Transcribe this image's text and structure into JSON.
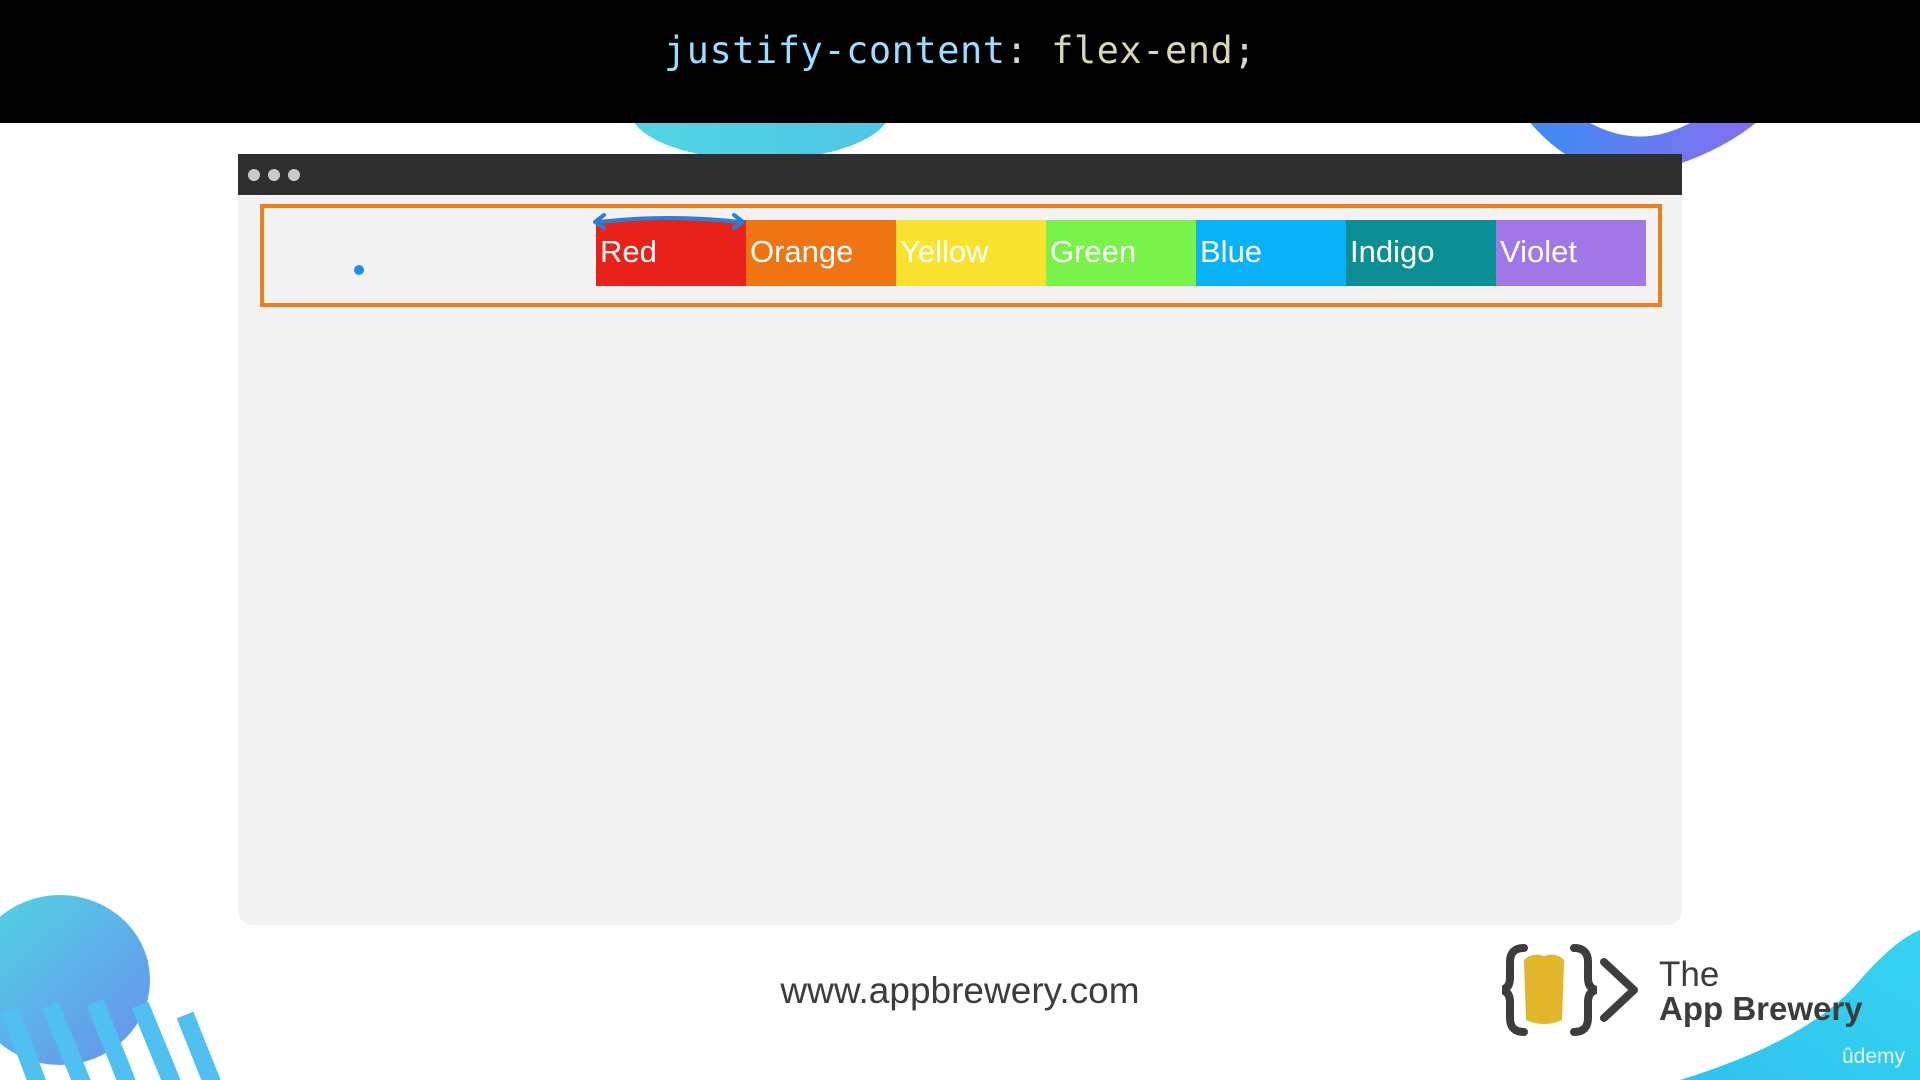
{
  "code": {
    "property": "justify-content",
    "colon": ":",
    "value": "flex-end",
    "semicolon": ";"
  },
  "flex_items": [
    {
      "label": "Red",
      "color": "#e8211a"
    },
    {
      "label": "Orange",
      "color": "#f07412"
    },
    {
      "label": "Yellow",
      "color": "#f9e32e"
    },
    {
      "label": "Green",
      "color": "#7af24c"
    },
    {
      "label": "Blue",
      "color": "#09b1f7"
    },
    {
      "label": "Indigo",
      "color": "#0b8f94"
    },
    {
      "label": "Violet",
      "color": "#a176e6"
    }
  ],
  "container_border_color": "#ef7f1a",
  "footer": {
    "url": "www.appbrewery.com"
  },
  "brand": {
    "line1": "The",
    "line2": "App Brewery",
    "watermark": "ûdemy"
  }
}
